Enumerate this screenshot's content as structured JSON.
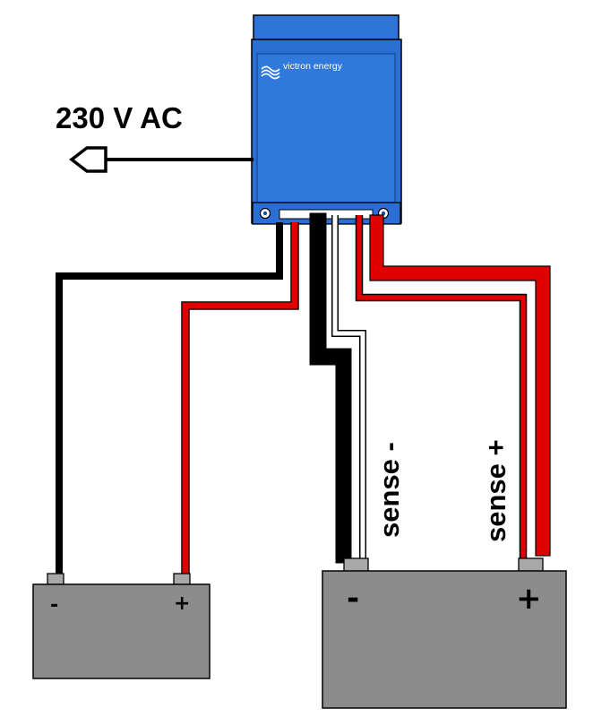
{
  "charger": {
    "brand": "victron energy",
    "color": "#2b6fd4",
    "dark": "#1a4f9c"
  },
  "ac_input": {
    "label": "230 V AC"
  },
  "sense_labels": {
    "negative": "sense -",
    "positive": "sense +"
  },
  "battery_small": {
    "neg_label": "-",
    "pos_label": "+"
  },
  "battery_large": {
    "neg_label": "-",
    "pos_label": "+"
  },
  "colors": {
    "battery": "#8c8c8c",
    "terminal": "#a8a8a8",
    "wire_positive": "#e00000",
    "wire_negative": "#000000"
  }
}
